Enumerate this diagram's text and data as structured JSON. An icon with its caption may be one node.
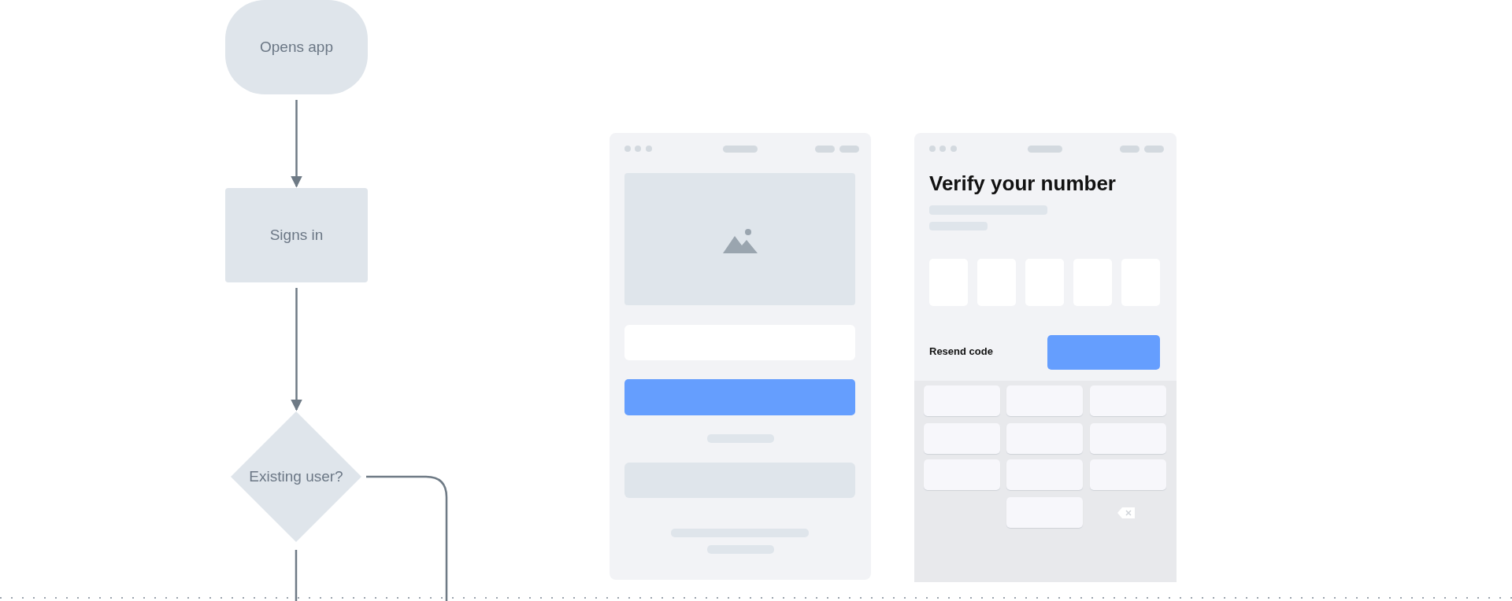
{
  "diagram": {
    "nodes": [
      {
        "text": [
          "Opens app"
        ]
      },
      {
        "text": [
          "Signs in"
        ]
      },
      {
        "text": [
          "Existing user?"
        ]
      }
    ],
    "edges": [
      {
        "from": 0,
        "to": 1,
        "arrow": "to"
      },
      {
        "from": 1,
        "to": 2,
        "arrow": "to"
      },
      {
        "from": 2,
        "to": null,
        "arrow": "none"
      },
      {
        "from": 2,
        "to": null,
        "arrow": "none"
      }
    ],
    "labels": [
      "Verify your number",
      "Resend code"
    ]
  }
}
